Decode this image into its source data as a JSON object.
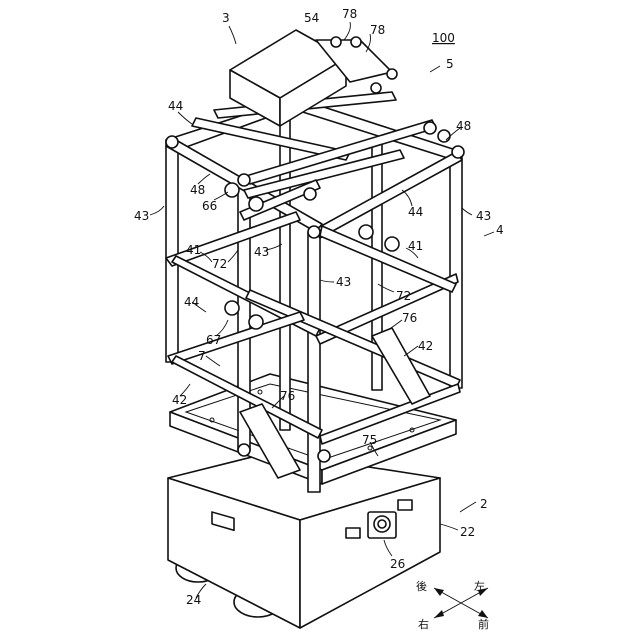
{
  "labels": {
    "l3": "3",
    "l54": "54",
    "l78a": "78",
    "l78b": "78",
    "l100": "100",
    "l5": "5",
    "l44a": "44",
    "l48a": "48",
    "l48b": "48",
    "l66": "66",
    "l43a": "43",
    "l44b": "44",
    "l43b": "43",
    "l4": "4",
    "l72a": "72",
    "l43c": "43",
    "l41a": "41",
    "l41b": "41",
    "l43d": "43",
    "l72b": "72",
    "l44c": "44",
    "l76a": "76",
    "l67": "67",
    "l42a": "42",
    "l7": "7",
    "l42b": "42",
    "l76b": "76",
    "l75": "75",
    "l2": "2",
    "l22": "22",
    "l26": "26",
    "l24": "24"
  },
  "directions": {
    "back": "後",
    "left": "左",
    "right": "右",
    "front": "前"
  }
}
